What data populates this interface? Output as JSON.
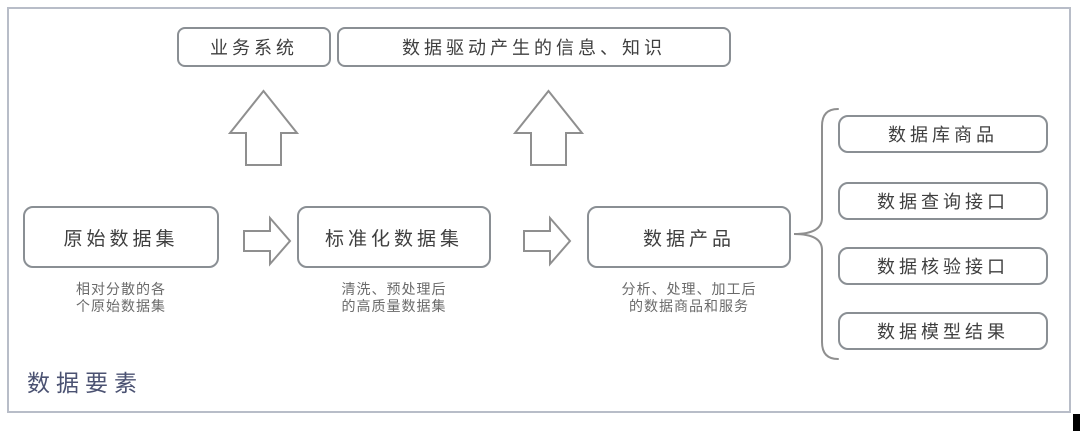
{
  "diagram": {
    "top_boxes": [
      {
        "label": "业务系统"
      },
      {
        "label": "数据驱动产生的信息、知识"
      }
    ],
    "flow": [
      {
        "label": "原始数据集",
        "caption": [
          "相对分散的各",
          "个原始数据集"
        ]
      },
      {
        "label": "标准化数据集",
        "caption": [
          "清洗、预处理后",
          "的高质量数据集"
        ]
      },
      {
        "label": "数据产品",
        "caption": [
          "分析、处理、加工后",
          "的数据商品和服务"
        ]
      }
    ],
    "outputs": [
      {
        "label": "数据库商品"
      },
      {
        "label": "数据查询接口"
      },
      {
        "label": "数据核验接口"
      },
      {
        "label": "数据模型结果"
      }
    ],
    "footer_label": "数据要素",
    "colors": {
      "box_border": "#8a8f94",
      "frame_border": "#b8bdc8",
      "label_text": "#3f3f3f",
      "caption_text": "#6a6a6a",
      "footer_text": "#4b5272"
    }
  }
}
